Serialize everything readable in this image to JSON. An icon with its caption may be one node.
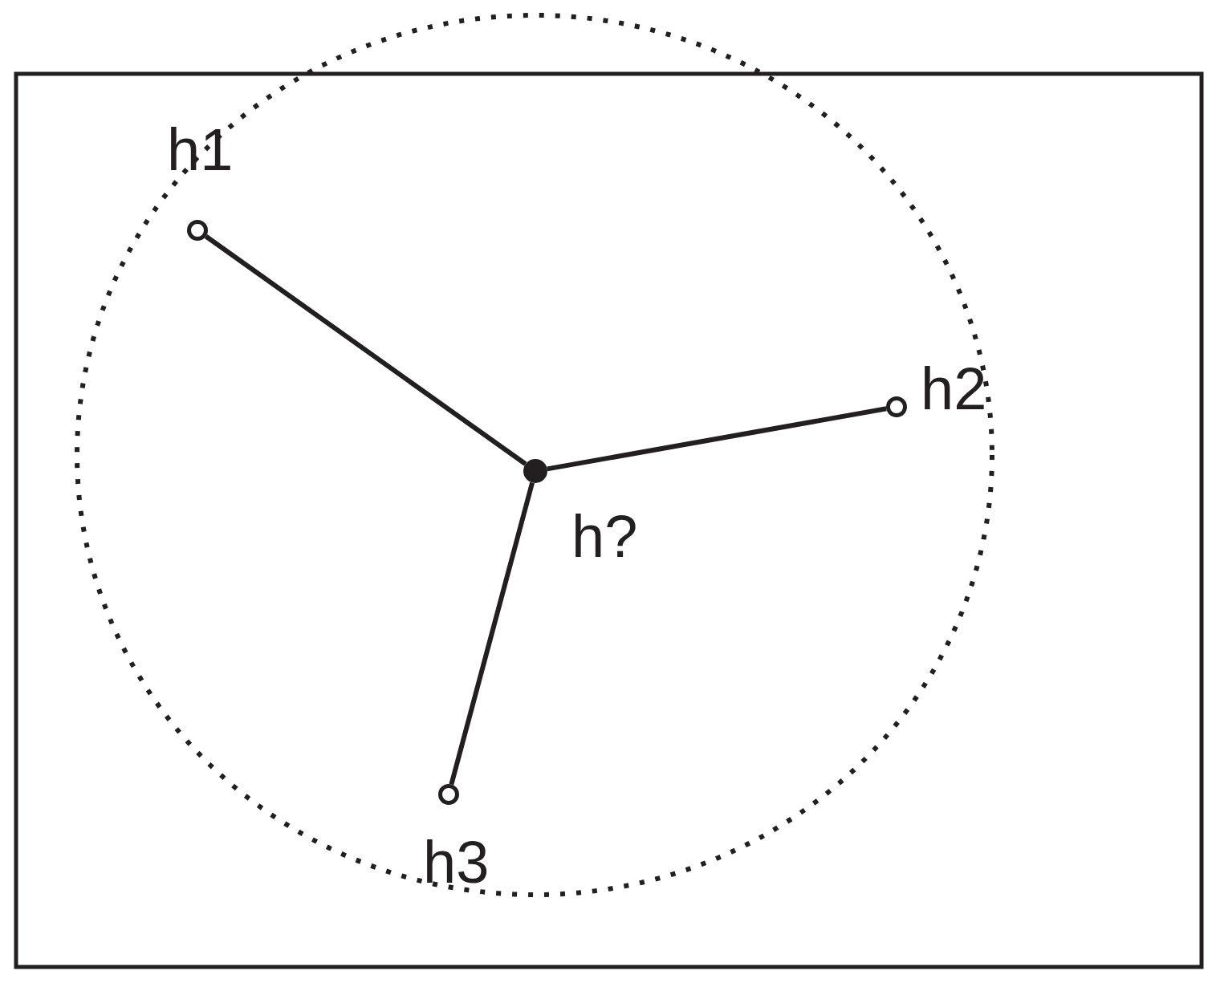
{
  "diagram": {
    "nodes": [
      {
        "text": [],
        "shape": "circle",
        "beside": [
          "h1"
        ]
      },
      {
        "text": [],
        "shape": "circle",
        "beside": [
          "h2"
        ]
      },
      {
        "text": [],
        "shape": "circle",
        "beside": [
          "h?"
        ]
      },
      {
        "text": [],
        "shape": "circle",
        "beside": [
          "h3"
        ]
      }
    ],
    "edges": [
      {
        "from": 2,
        "to": 0,
        "arrow": "none"
      },
      {
        "from": 2,
        "to": 1,
        "arrow": "none"
      },
      {
        "from": 2,
        "to": 3,
        "arrow": "none"
      }
    ]
  }
}
